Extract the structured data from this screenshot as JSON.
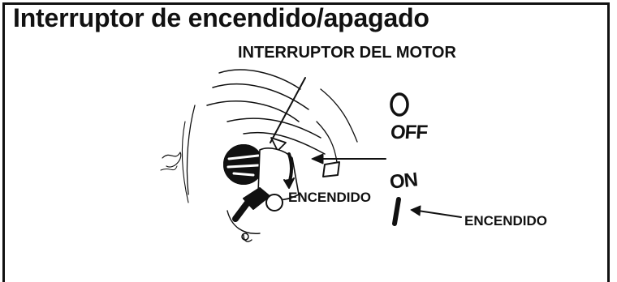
{
  "title": "Interruptor de encendido/apagado",
  "labels": {
    "engine_switch": "INTERRUPTOR DEL MOTOR",
    "on_left": "ENCENDIDO",
    "on_right": "ENCENDIDO",
    "off_mark": "OFF",
    "on_mark": "ON"
  },
  "colors": {
    "ink": "#111111",
    "background": "#ffffff"
  }
}
